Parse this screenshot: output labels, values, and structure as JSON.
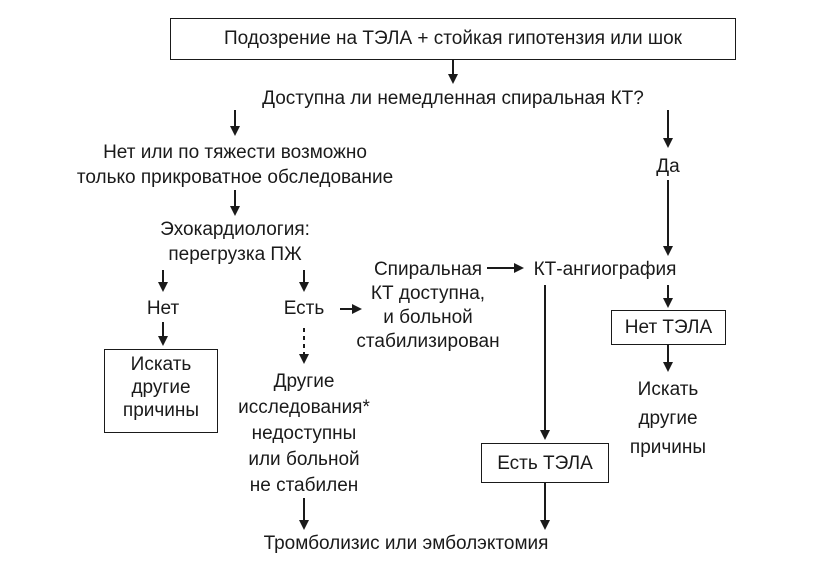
{
  "colors": {
    "ink": "#1a1a1a",
    "background": "#ffffff"
  },
  "nodes": {
    "suspicion": "Подозрение на ТЭЛА + стойкая гипотензия или шок",
    "ct_available_question": "Доступна ли немедленная спиральная КТ?",
    "no_bedside": [
      "Нет или по тяжести возможно",
      "только прикроватное обследование"
    ],
    "yes": "Да",
    "echo": [
      "Эхокардиология:",
      "перегрузка ПЖ"
    ],
    "no": "Нет",
    "present": "Есть",
    "search_other_left": [
      "Искать",
      "другие",
      "причины"
    ],
    "spiral_ct": [
      "Спиральная",
      "КТ доступна,",
      "и больной",
      "стабилизирован"
    ],
    "ct_angiography": "КТ-ангиография",
    "no_pe": "Нет ТЭЛА",
    "search_other_right": [
      "Искать",
      "другие",
      "причины"
    ],
    "other_studies": [
      "Другие",
      "исследования*",
      "недоступны",
      "или больной",
      "не стабилен"
    ],
    "pe_present": "Есть ТЭЛА",
    "thrombolysis": "Тромболизис или эмболэктомия"
  }
}
